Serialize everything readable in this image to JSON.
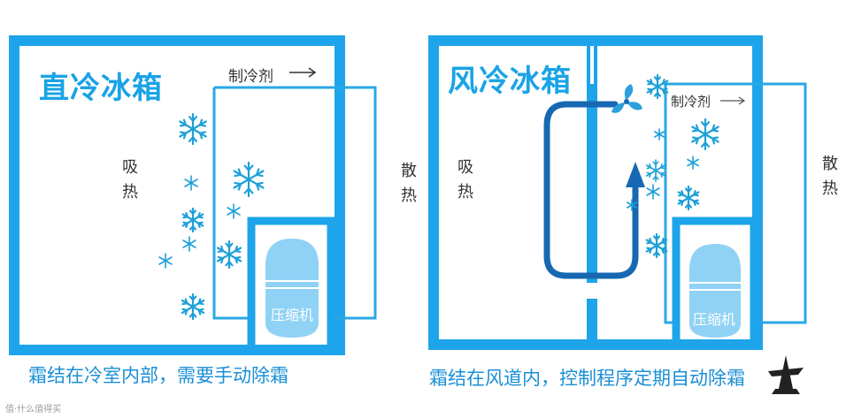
{
  "colors": {
    "frame": "#1ea4ea",
    "thin": "#29a8e6",
    "flow": "#1668b3",
    "snow": "#1ea0d8",
    "tank": "#8fd2f5"
  },
  "left": {
    "title": "直冷冰箱",
    "refrigerant": "制冷剂",
    "absorb": "吸热",
    "dissipate": "散热",
    "compressor": "压缩机",
    "caption": "霜结在冷室内部，需要手动除霜"
  },
  "right": {
    "title": "风冷冰箱",
    "refrigerant": "制冷剂",
    "absorb": "吸热",
    "dissipate": "散热",
    "compressor": "压缩机",
    "caption": "霜结在风道内，控制程序定期自动除霜"
  },
  "watermark": "值·什么值得买",
  "icons": [
    "snowflake-icon",
    "fan-icon",
    "arrow-right-icon",
    "airflow-arrow-icon",
    "compressor-icon",
    "logo-icon"
  ]
}
